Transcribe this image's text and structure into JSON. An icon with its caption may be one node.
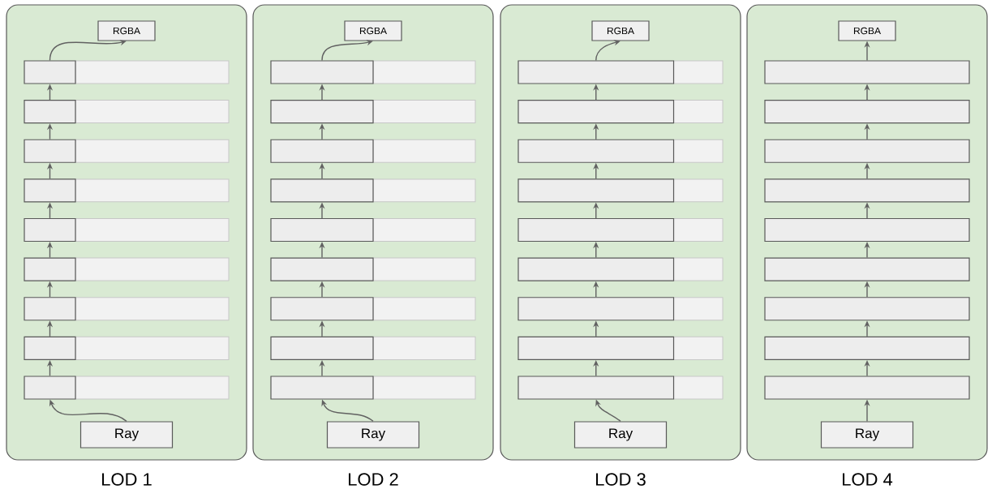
{
  "diagram": {
    "nodes": [
      {
        "text": [
          "LOD 1"
        ]
      },
      {
        "text": [
          "RGBA"
        ],
        "in": 0
      },
      {
        "text": [],
        "shape": "box",
        "in": 0
      },
      {
        "text": [],
        "shape": "box",
        "in": 0
      },
      {
        "text": [],
        "shape": "box",
        "in": 0
      },
      {
        "text": [],
        "shape": "box",
        "in": 0
      },
      {
        "text": [],
        "shape": "box",
        "in": 0
      },
      {
        "text": [],
        "shape": "box",
        "in": 0
      },
      {
        "text": [],
        "shape": "box",
        "in": 0
      },
      {
        "text": [],
        "shape": "box",
        "in": 0
      },
      {
        "text": [],
        "shape": "box",
        "in": 0
      },
      {
        "text": [
          "Ray"
        ],
        "in": 0
      },
      {
        "text": [
          "LOD 2"
        ]
      },
      {
        "text": [
          "RGBA"
        ],
        "in": 12
      },
      {
        "text": [],
        "shape": "box",
        "in": 12
      },
      {
        "text": [],
        "shape": "box",
        "in": 12
      },
      {
        "text": [],
        "shape": "box",
        "in": 12
      },
      {
        "text": [],
        "shape": "box",
        "in": 12
      },
      {
        "text": [],
        "shape": "box",
        "in": 12
      },
      {
        "text": [],
        "shape": "box",
        "in": 12
      },
      {
        "text": [],
        "shape": "box",
        "in": 12
      },
      {
        "text": [],
        "shape": "box",
        "in": 12
      },
      {
        "text": [],
        "shape": "box",
        "in": 12
      },
      {
        "text": [
          "Ray"
        ],
        "in": 12
      },
      {
        "text": [
          "LOD 3"
        ]
      },
      {
        "text": [
          "RGBA"
        ],
        "in": 24
      },
      {
        "text": [],
        "shape": "box",
        "in": 24
      },
      {
        "text": [],
        "shape": "box",
        "in": 24
      },
      {
        "text": [],
        "shape": "box",
        "in": 24
      },
      {
        "text": [],
        "shape": "box",
        "in": 24
      },
      {
        "text": [],
        "shape": "box",
        "in": 24
      },
      {
        "text": [],
        "shape": "box",
        "in": 24
      },
      {
        "text": [],
        "shape": "box",
        "in": 24
      },
      {
        "text": [],
        "shape": "box",
        "in": 24
      },
      {
        "text": [],
        "shape": "box",
        "in": 24
      },
      {
        "text": [
          "Ray"
        ],
        "in": 24
      },
      {
        "text": [
          "LOD 4"
        ]
      },
      {
        "text": [
          "RGBA"
        ],
        "in": 36
      },
      {
        "text": [],
        "shape": "box",
        "in": 36
      },
      {
        "text": [],
        "shape": "box",
        "in": 36
      },
      {
        "text": [],
        "shape": "box",
        "in": 36
      },
      {
        "text": [],
        "shape": "box",
        "in": 36
      },
      {
        "text": [],
        "shape": "box",
        "in": 36
      },
      {
        "text": [],
        "shape": "box",
        "in": 36
      },
      {
        "text": [],
        "shape": "box",
        "in": 36
      },
      {
        "text": [],
        "shape": "box",
        "in": 36
      },
      {
        "text": [],
        "shape": "box",
        "in": 36
      },
      {
        "text": [
          "Ray"
        ],
        "in": 36
      }
    ],
    "edges": [
      {
        "from": 11,
        "to": 10,
        "arrow": "to"
      },
      {
        "from": 10,
        "to": 9,
        "arrow": "to"
      },
      {
        "from": 9,
        "to": 8,
        "arrow": "to"
      },
      {
        "from": 8,
        "to": 7,
        "arrow": "to"
      },
      {
        "from": 7,
        "to": 6,
        "arrow": "to"
      },
      {
        "from": 6,
        "to": 5,
        "arrow": "to"
      },
      {
        "from": 5,
        "to": 4,
        "arrow": "to"
      },
      {
        "from": 4,
        "to": 3,
        "arrow": "to"
      },
      {
        "from": 3,
        "to": 2,
        "arrow": "to"
      },
      {
        "from": 2,
        "to": 1,
        "arrow": "to"
      },
      {
        "from": 23,
        "to": 22,
        "arrow": "to"
      },
      {
        "from": 22,
        "to": 21,
        "arrow": "to"
      },
      {
        "from": 21,
        "to": 20,
        "arrow": "to"
      },
      {
        "from": 20,
        "to": 19,
        "arrow": "to"
      },
      {
        "from": 19,
        "to": 18,
        "arrow": "to"
      },
      {
        "from": 18,
        "to": 17,
        "arrow": "to"
      },
      {
        "from": 17,
        "to": 16,
        "arrow": "to"
      },
      {
        "from": 16,
        "to": 15,
        "arrow": "to"
      },
      {
        "from": 15,
        "to": 14,
        "arrow": "to"
      },
      {
        "from": 14,
        "to": 13,
        "arrow": "to"
      },
      {
        "from": 35,
        "to": 34,
        "arrow": "to"
      },
      {
        "from": 34,
        "to": 33,
        "arrow": "to"
      },
      {
        "from": 33,
        "to": 32,
        "arrow": "to"
      },
      {
        "from": 32,
        "to": 31,
        "arrow": "to"
      },
      {
        "from": 31,
        "to": 30,
        "arrow": "to"
      },
      {
        "from": 30,
        "to": 29,
        "arrow": "to"
      },
      {
        "from": 29,
        "to": 28,
        "arrow": "to"
      },
      {
        "from": 28,
        "to": 27,
        "arrow": "to"
      },
      {
        "from": 27,
        "to": 26,
        "arrow": "to"
      },
      {
        "from": 26,
        "to": 25,
        "arrow": "to"
      },
      {
        "from": 47,
        "to": 46,
        "arrow": "to"
      },
      {
        "from": 46,
        "to": 45,
        "arrow": "to"
      },
      {
        "from": 45,
        "to": 44,
        "arrow": "to"
      },
      {
        "from": 44,
        "to": 43,
        "arrow": "to"
      },
      {
        "from": 43,
        "to": 42,
        "arrow": "to"
      },
      {
        "from": 42,
        "to": 41,
        "arrow": "to"
      },
      {
        "from": 41,
        "to": 40,
        "arrow": "to"
      },
      {
        "from": 40,
        "to": 39,
        "arrow": "to"
      },
      {
        "from": 39,
        "to": 38,
        "arrow": "to"
      },
      {
        "from": 38,
        "to": 37,
        "arrow": "to"
      }
    ]
  }
}
